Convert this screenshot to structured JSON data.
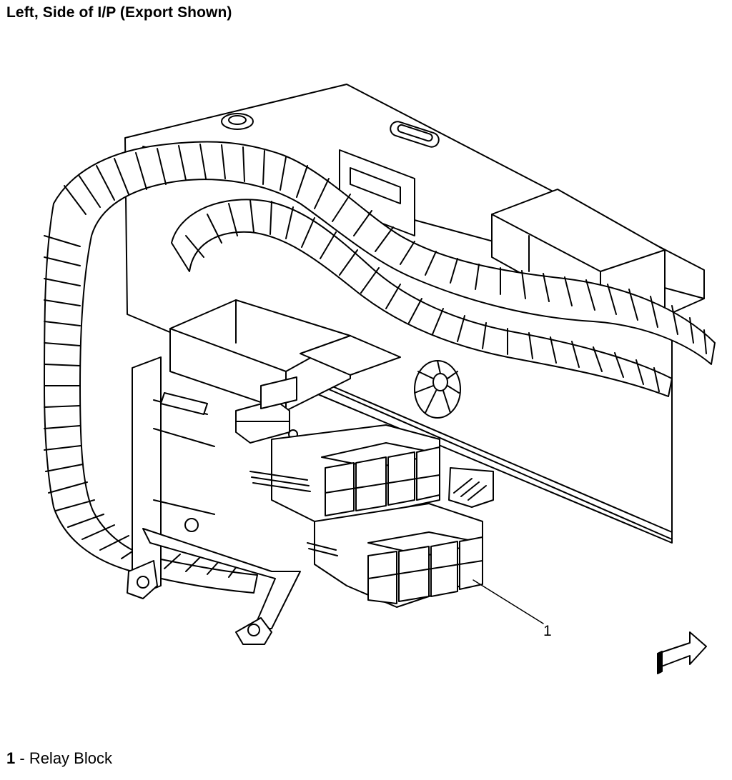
{
  "figure": {
    "title": "Left, Side of I/P (Export Shown)"
  },
  "callouts": [
    {
      "number": "1",
      "label": "Relay Block"
    }
  ],
  "legend": [
    {
      "number": "1",
      "separator": " - ",
      "label": "Relay Block"
    }
  ],
  "icons": {
    "orientation_arrow": "view-direction-arrow-icon"
  },
  "colors": {
    "line": "#000000",
    "background": "#ffffff"
  }
}
